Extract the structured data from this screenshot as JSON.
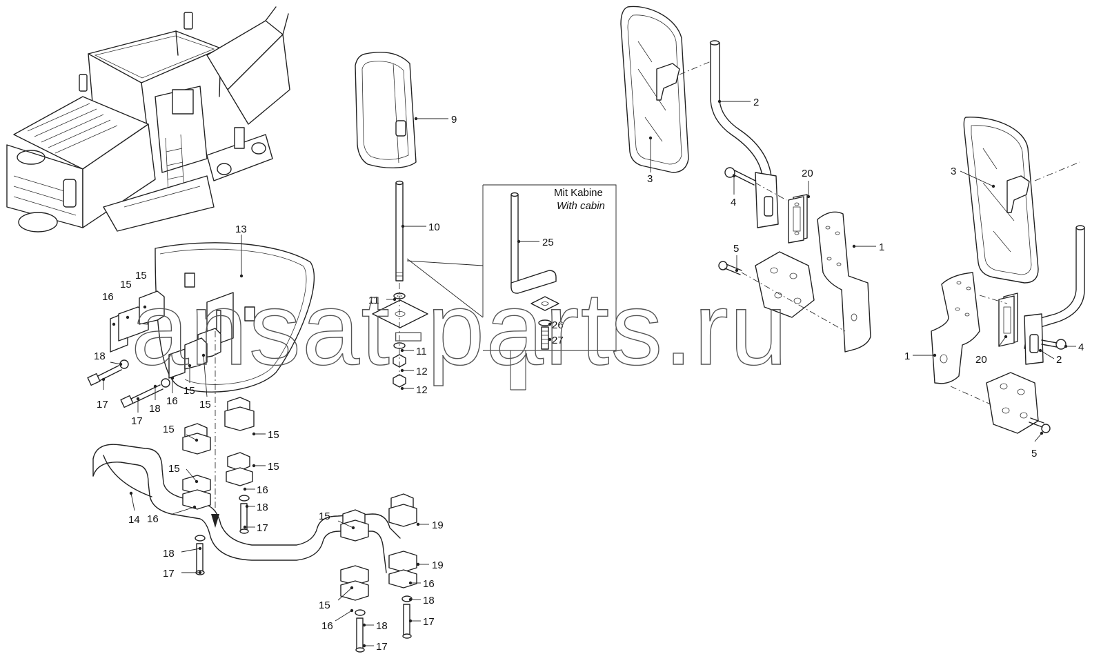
{
  "diagram": {
    "box_label_de": "Mit Kabine",
    "box_label_en": "With cabin",
    "watermark": "ansat-parts.ru",
    "callouts": [
      {
        "id": "c9",
        "text": "9"
      },
      {
        "id": "c10",
        "text": "10"
      },
      {
        "id": "c11a",
        "text": "11"
      },
      {
        "id": "c11b",
        "text": "11"
      },
      {
        "id": "c12a",
        "text": "12"
      },
      {
        "id": "c12b",
        "text": "12"
      },
      {
        "id": "c25",
        "text": "25"
      },
      {
        "id": "c26",
        "text": "26"
      },
      {
        "id": "c27",
        "text": "27"
      },
      {
        "id": "c13",
        "text": "13"
      },
      {
        "id": "c14",
        "text": "14"
      },
      {
        "id": "c15a",
        "text": "15"
      },
      {
        "id": "c15b",
        "text": "15"
      },
      {
        "id": "c15c",
        "text": "15"
      },
      {
        "id": "c15d",
        "text": "15"
      },
      {
        "id": "c15e",
        "text": "15"
      },
      {
        "id": "c15f",
        "text": "15"
      },
      {
        "id": "c15g",
        "text": "15"
      },
      {
        "id": "c15h",
        "text": "15"
      },
      {
        "id": "c15i",
        "text": "15"
      },
      {
        "id": "c15j",
        "text": "15"
      },
      {
        "id": "c16a",
        "text": "16"
      },
      {
        "id": "c16b",
        "text": "16"
      },
      {
        "id": "c16c",
        "text": "16"
      },
      {
        "id": "c16d",
        "text": "16"
      },
      {
        "id": "c16e",
        "text": "16"
      },
      {
        "id": "c16f",
        "text": "16"
      },
      {
        "id": "c17a",
        "text": "17"
      },
      {
        "id": "c17b",
        "text": "17"
      },
      {
        "id": "c17c",
        "text": "17"
      },
      {
        "id": "c17d",
        "text": "17"
      },
      {
        "id": "c17e",
        "text": "17"
      },
      {
        "id": "c17f",
        "text": "17"
      },
      {
        "id": "c18a",
        "text": "18"
      },
      {
        "id": "c18b",
        "text": "18"
      },
      {
        "id": "c18c",
        "text": "18"
      },
      {
        "id": "c18d",
        "text": "18"
      },
      {
        "id": "c18e",
        "text": "18"
      },
      {
        "id": "c18f",
        "text": "18"
      },
      {
        "id": "c19a",
        "text": "19"
      },
      {
        "id": "c19b",
        "text": "19"
      },
      {
        "id": "c1a",
        "text": "1"
      },
      {
        "id": "c1b",
        "text": "1"
      },
      {
        "id": "c2a",
        "text": "2"
      },
      {
        "id": "c2b",
        "text": "2"
      },
      {
        "id": "c3a",
        "text": "3"
      },
      {
        "id": "c3b",
        "text": "3"
      },
      {
        "id": "c4a",
        "text": "4"
      },
      {
        "id": "c4b",
        "text": "4"
      },
      {
        "id": "c5a",
        "text": "5"
      },
      {
        "id": "c5b",
        "text": "5"
      },
      {
        "id": "c20a",
        "text": "20"
      },
      {
        "id": "c20b",
        "text": "20"
      }
    ]
  }
}
